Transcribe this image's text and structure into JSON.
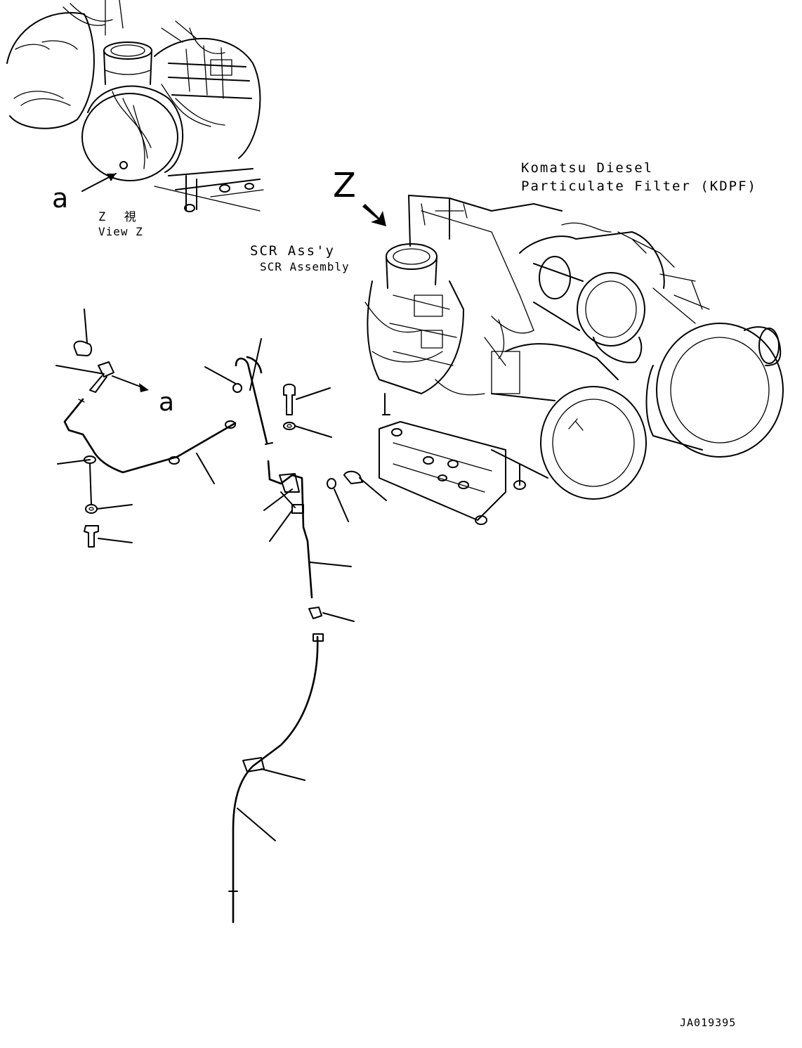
{
  "labels": {
    "view_letter": "Z",
    "kdpf_line1": "Komatsu Diesel",
    "kdpf_line2": "Particulate Filter (KDPF)",
    "scr_line1": "SCR Ass'y",
    "scr_line2": "SCR Assembly",
    "view_title_jp": "Z  視",
    "view_title_en": "View Z",
    "detail_letter_view": "a",
    "detail_letter_parts": "a",
    "drawing_number": "JA019395"
  },
  "icons": [
    "arrow-icon"
  ]
}
